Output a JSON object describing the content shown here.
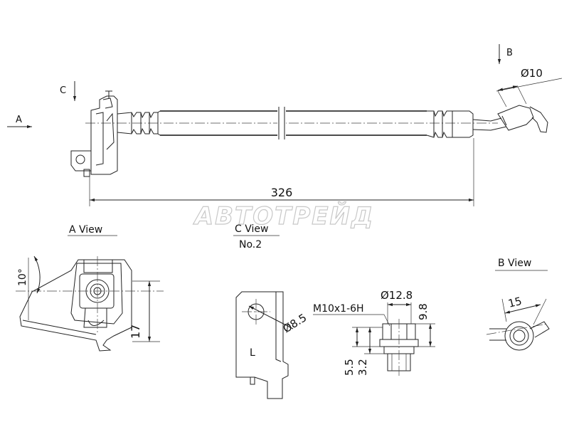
{
  "watermark": "АВТОТРЕЙД",
  "main_view": {
    "view_a_marker": "A",
    "view_b_marker": "B",
    "view_c_marker": "C",
    "length_dim": "326",
    "diameter_dim": "Ø10"
  },
  "a_view": {
    "title": "A  View",
    "angle_dim": "10°",
    "height_dim": "17"
  },
  "c_view": {
    "title": "C  View",
    "subtitle": "No.2",
    "hole_dim": "Ø8.5",
    "side_label": "L"
  },
  "fitting": {
    "thread_label": "M10x1-6H",
    "diameter_dim": "Ø12.8",
    "height_dim": "9.8",
    "dim_5_5": "5.5",
    "dim_3_2": "3.2"
  },
  "b_view": {
    "title": "B  View",
    "width_dim": "15"
  }
}
